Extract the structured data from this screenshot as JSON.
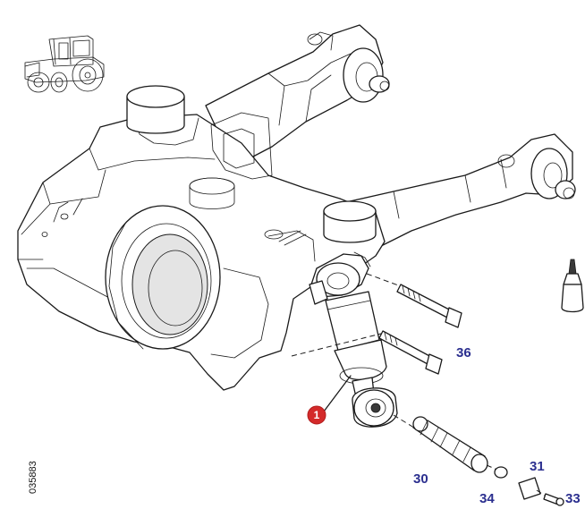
{
  "diagram": {
    "drawing_number": "035883",
    "callouts": [
      {
        "id": "1",
        "color": "#d42a2a"
      }
    ],
    "part_labels": {
      "p30": "30",
      "p31": "31",
      "p33": "33",
      "p34": "34",
      "p36": "36"
    },
    "colors": {
      "label_text": "#2b2f8f",
      "callout_fill": "#d42a2a",
      "line": "#1a1a1a"
    },
    "icons": [
      "tractor-icon",
      "sealant-bottle-icon"
    ]
  }
}
